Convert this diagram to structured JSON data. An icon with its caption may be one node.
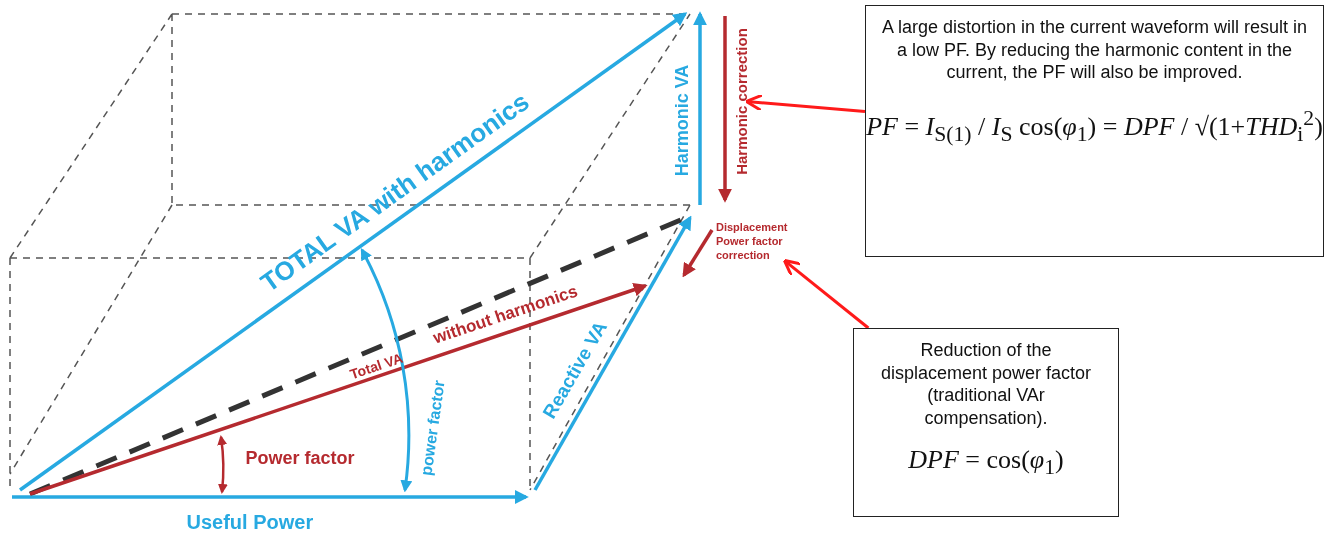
{
  "diagram": {
    "nodes": [
      {
        "text": [
          "Harmonic correction"
        ]
      },
      {
        "text": [
          "Displacement Power factor correction"
        ]
      },
      {
        "text": [
          "A large distortion in the current waveform will result in a low PF. By reducing the harmonic content in the current, the PF will also be improved.",
          "*PF* = *I*$_{S(1)}$ / *I*$_{S}$ cos(*φ*$_{1}$) = *DPF* / √(1+*THD*$_{i}$$^{2}$)"
        ]
      },
      {
        "text": [
          "Reduction of the displacement power factor (traditional VAr compensation).",
          "*DPF* = cos(*φ*$_{1}$)"
        ]
      }
    ],
    "edges": [
      {
        "from": 2,
        "to": 0,
        "arrow": "to"
      },
      {
        "from": 3,
        "to": 1,
        "arrow": "to"
      }
    ],
    "labels": [
      "Harmonic VA",
      "TOTAL VA with harmonics",
      "without harmonics",
      "Total VA",
      "Reactive VA",
      "power factor",
      "Power factor",
      "Useful Power"
    ]
  }
}
